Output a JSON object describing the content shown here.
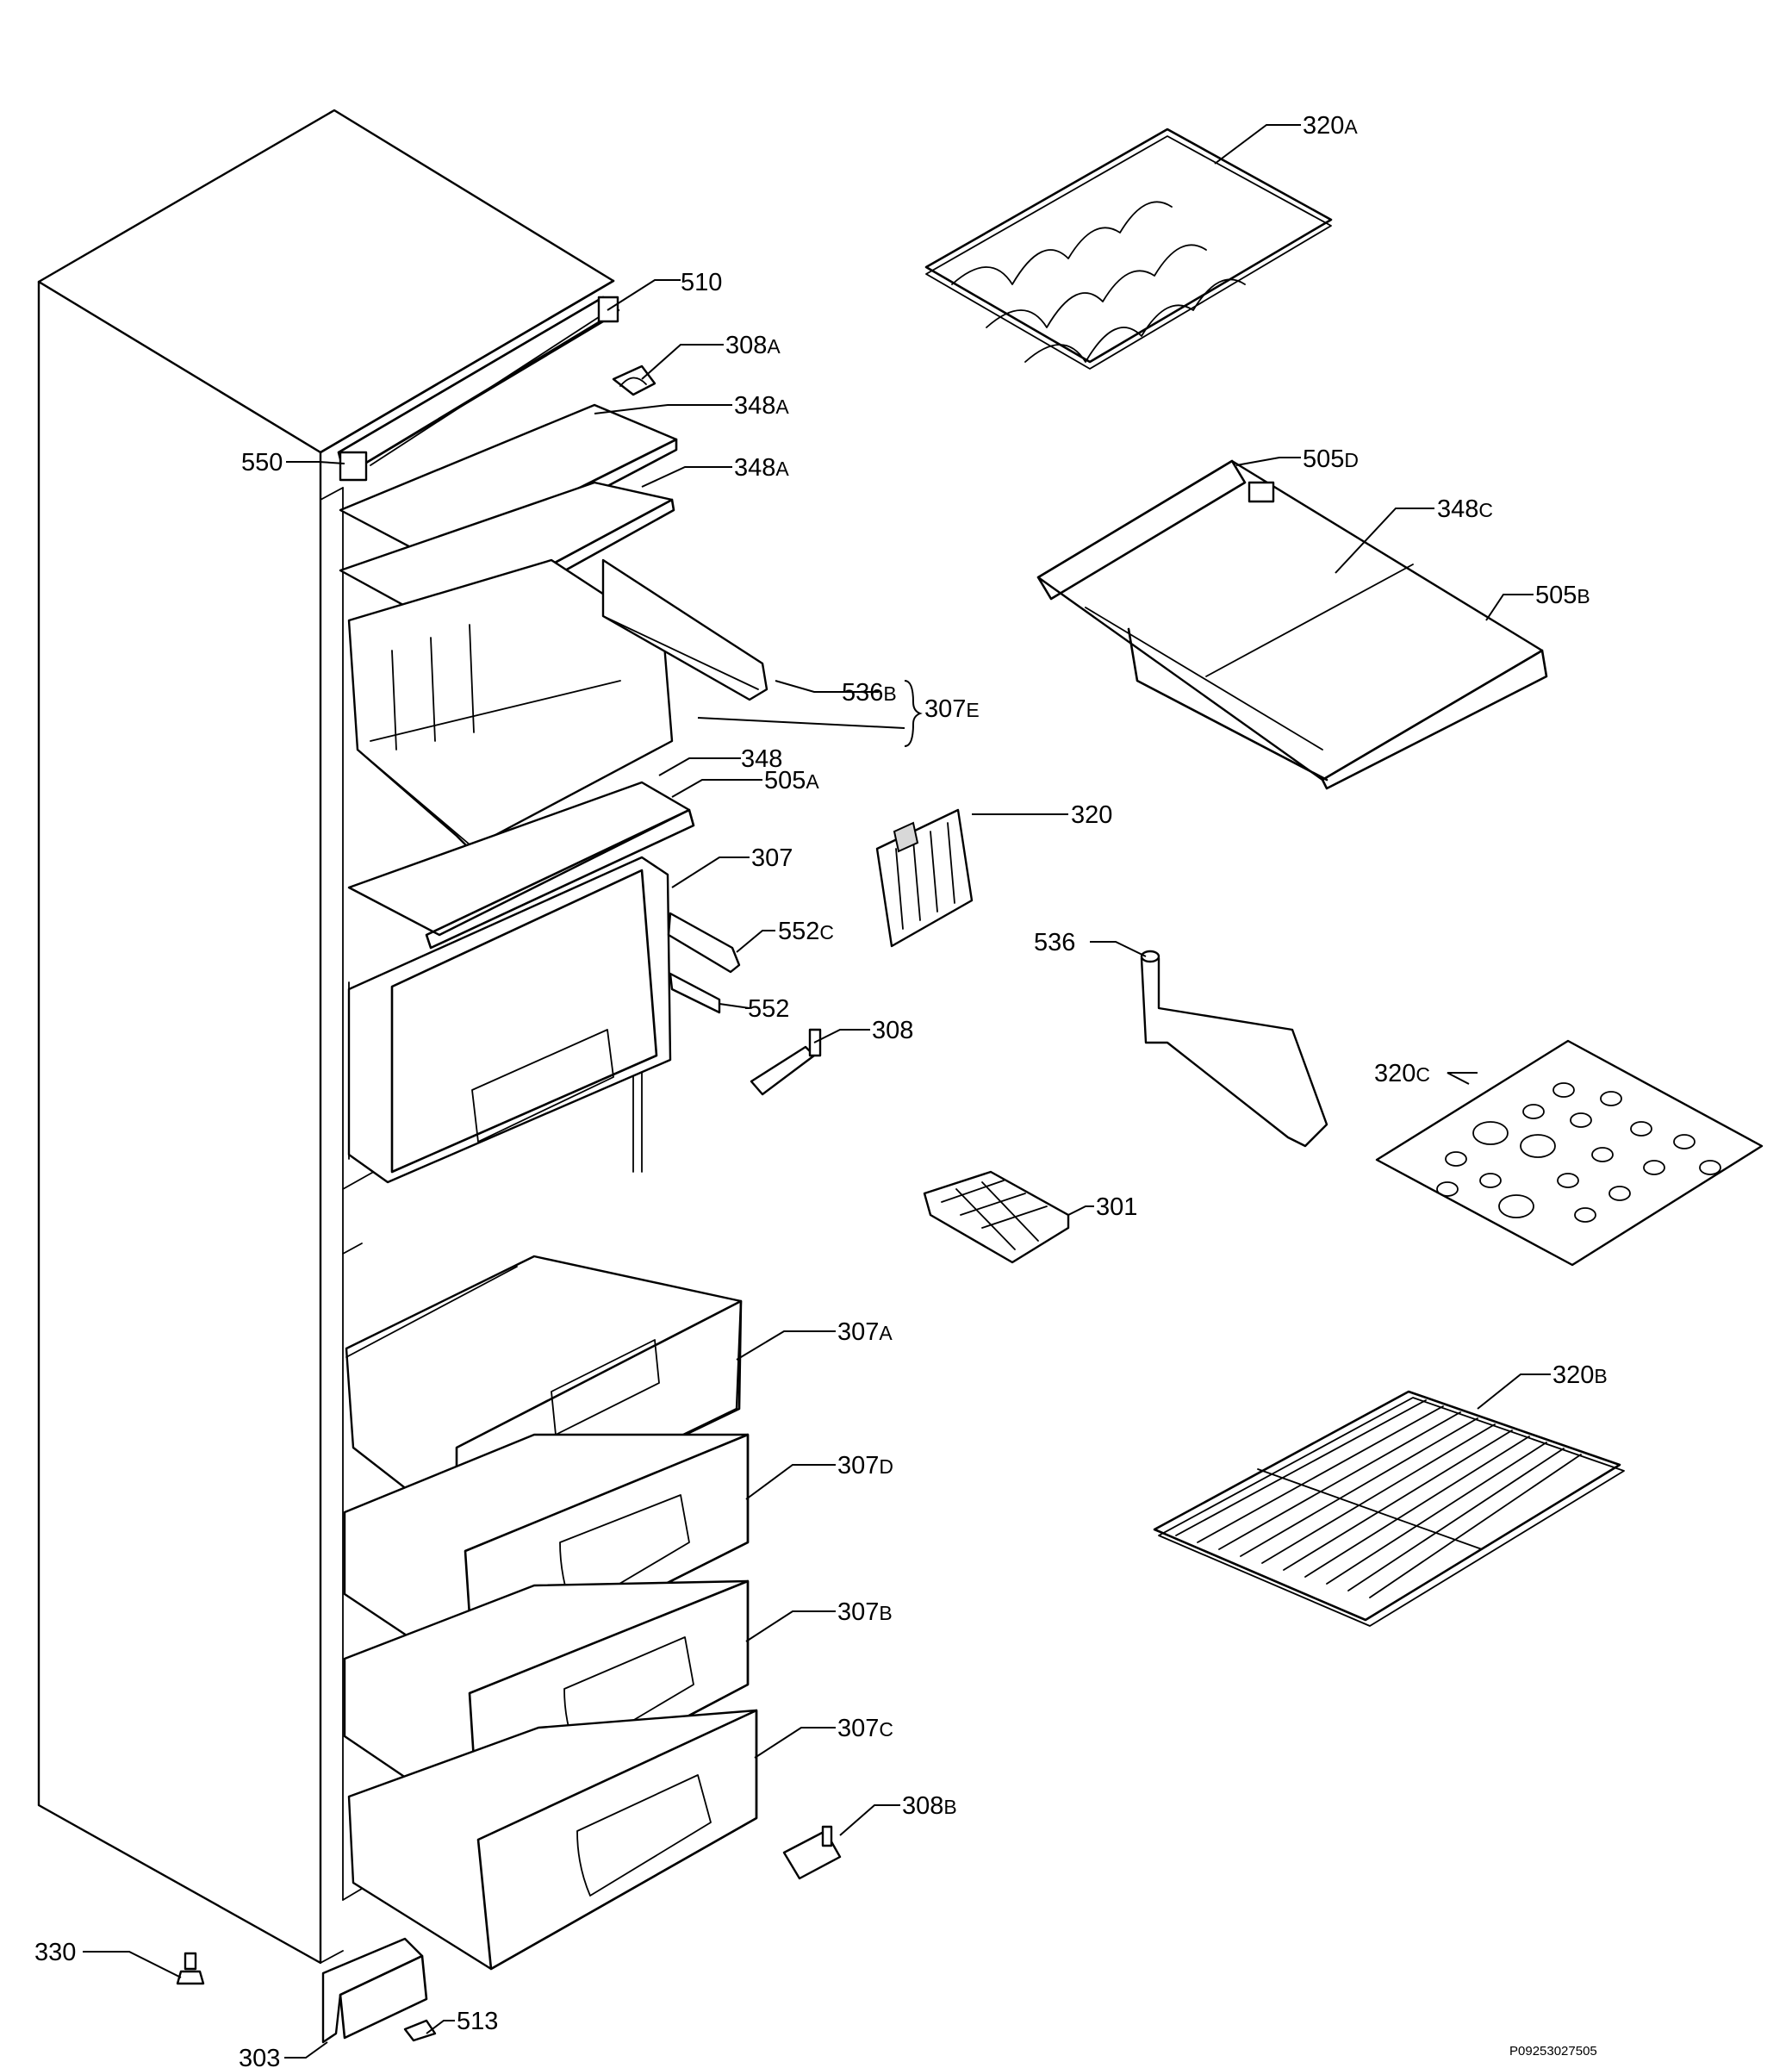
{
  "callouts": [
    {
      "id": "320a",
      "number": "320",
      "suffix": "A"
    },
    {
      "id": "510",
      "number": "510",
      "suffix": ""
    },
    {
      "id": "308a",
      "number": "308",
      "suffix": "A"
    },
    {
      "id": "348a-1",
      "number": "348",
      "suffix": "A"
    },
    {
      "id": "348a-2",
      "number": "348",
      "suffix": "A"
    },
    {
      "id": "550",
      "number": "550",
      "suffix": ""
    },
    {
      "id": "505d",
      "number": "505",
      "suffix": "D"
    },
    {
      "id": "348c",
      "number": "348",
      "suffix": "C"
    },
    {
      "id": "505b",
      "number": "505",
      "suffix": "B"
    },
    {
      "id": "536b",
      "number": "536",
      "suffix": "B"
    },
    {
      "id": "307e",
      "number": "307",
      "suffix": "E"
    },
    {
      "id": "348",
      "number": "348",
      "suffix": ""
    },
    {
      "id": "505a",
      "number": "505",
      "suffix": "A"
    },
    {
      "id": "320",
      "number": "320",
      "suffix": ""
    },
    {
      "id": "307",
      "number": "307",
      "suffix": ""
    },
    {
      "id": "552c",
      "number": "552",
      "suffix": "C"
    },
    {
      "id": "536",
      "number": "536",
      "suffix": ""
    },
    {
      "id": "552",
      "number": "552",
      "suffix": ""
    },
    {
      "id": "308",
      "number": "308",
      "suffix": ""
    },
    {
      "id": "320c",
      "number": "320",
      "suffix": "C"
    },
    {
      "id": "301",
      "number": "301",
      "suffix": ""
    },
    {
      "id": "307a",
      "number": "307",
      "suffix": "A"
    },
    {
      "id": "320b",
      "number": "320",
      "suffix": "B"
    },
    {
      "id": "307d",
      "number": "307",
      "suffix": "D"
    },
    {
      "id": "307b",
      "number": "307",
      "suffix": "B"
    },
    {
      "id": "307c",
      "number": "307",
      "suffix": "C"
    },
    {
      "id": "308b",
      "number": "308",
      "suffix": "B"
    },
    {
      "id": "330",
      "number": "330",
      "suffix": ""
    },
    {
      "id": "303",
      "number": "303",
      "suffix": ""
    },
    {
      "id": "513",
      "number": "513",
      "suffix": ""
    }
  ],
  "document_id": "P09253027505"
}
